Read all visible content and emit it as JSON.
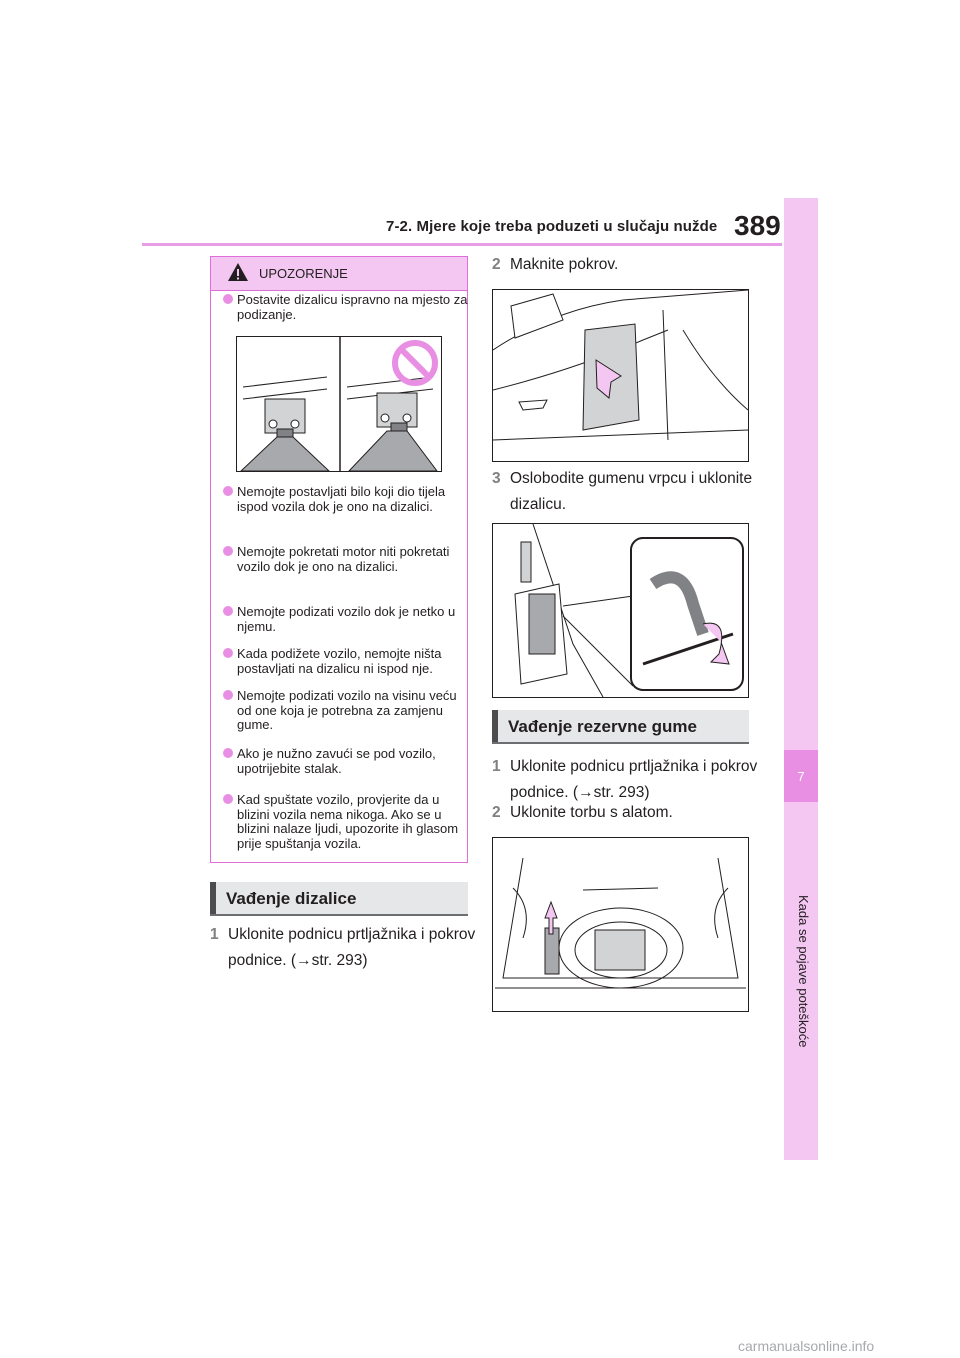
{
  "header": {
    "section": "7-2. Mjere koje treba poduzeti u slučaju nužde",
    "page_number": "389"
  },
  "side_tab": {
    "chapter_number": "7",
    "chapter_title": "Kada se pojave poteškoće"
  },
  "warning": {
    "title": "UPOZORENJE",
    "items": [
      "Postavite dizalicu ispravno na mjesto za podizanje.",
      "Nemojte postavljati bilo koji dio tijela ispod vozila dok je ono na dizalici.",
      "Nemojte pokretati motor niti pokretati vozilo dok je ono na dizalici.",
      "Nemojte podizati vozilo dok je netko u njemu.",
      "Kada podižete vozilo, nemojte ništa postavljati na dizalicu ni ispod nje.",
      "Nemojte podizati vozilo na visinu veću od one koja je potrebna za zamjenu gume.",
      "Ako je nužno zavući se pod vozilo, upotrijebite stalak.",
      "Kad spuštate vozilo, provjerite da u blizini vozila nema nikoga. Ako se u blizini nalaze ljudi, upozorite ih glasom prije spuštanja vozila."
    ]
  },
  "section_jack": {
    "title": "Vađenje dizalice",
    "steps": [
      {
        "num": "1",
        "text": "Uklonite podnicu prtljažnika i pokrov podnice. (→str. 293)"
      },
      {
        "num": "2",
        "text": "Maknite pokrov."
      },
      {
        "num": "3",
        "text": "Oslobodite gumenu vrpcu i uklonite dizalicu."
      }
    ]
  },
  "section_spare": {
    "title": "Vađenje rezervne gume",
    "steps": [
      {
        "num": "1",
        "text": "Uklonite podnicu prtljažnika i pokrov podnice. (→str. 293)"
      },
      {
        "num": "2",
        "text": "Uklonite torbu s alatom."
      }
    ]
  },
  "footer": {
    "watermark": "carmanualsonline.info"
  },
  "colors": {
    "accent": "#e98fe3",
    "accent_light": "#f3c7f1",
    "section_bg": "#e6e7e8"
  },
  "icons": [
    "warning-triangle-icon",
    "prohibited-icon",
    "arrow-icon"
  ]
}
